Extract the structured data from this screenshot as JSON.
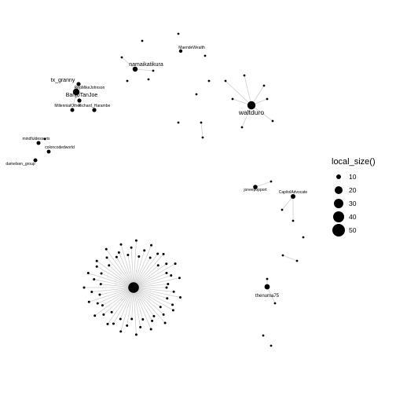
{
  "legend": {
    "title": "local_size()",
    "items": [
      {
        "label": "10",
        "value": 10
      },
      {
        "label": "20",
        "value": 20
      },
      {
        "label": "30",
        "value": 30
      },
      {
        "label": "40",
        "value": 40
      },
      {
        "label": "50",
        "value": 50
      }
    ]
  },
  "labels": {
    "big": [
      "namaikatikura",
      "tx_granny",
      "BanjoTanJoe",
      "waltduro",
      "thenuma75",
      "joneepopport",
      "CapitolAdvocate",
      "RepMikeJohnson",
      "Richard_Harambe",
      "MillennialOther",
      "mindfuldesserts",
      "coloncodedworld",
      "damelsen_group",
      "MaendeWealth"
    ]
  }
}
